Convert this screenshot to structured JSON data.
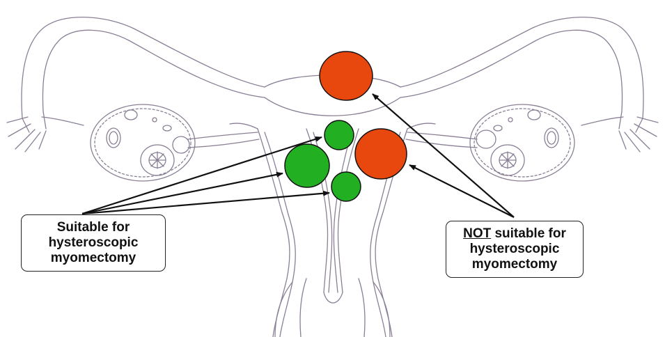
{
  "labels": {
    "suitable": {
      "line1": "Suitable for",
      "line2": "hysteroscopic",
      "line3": "myomectomy"
    },
    "not_suitable": {
      "emphasis": "NOT",
      "line1_rest": " suitable for",
      "line2": "hysteroscopic",
      "line3": "myomectomy"
    }
  },
  "fibroids": {
    "suitable": {
      "count": 3,
      "color": "#22b022"
    },
    "not_suitable": {
      "count": 2,
      "color": "#e8470e"
    }
  },
  "colors": {
    "outline": "#8a7f95",
    "arrow": "#111111"
  }
}
